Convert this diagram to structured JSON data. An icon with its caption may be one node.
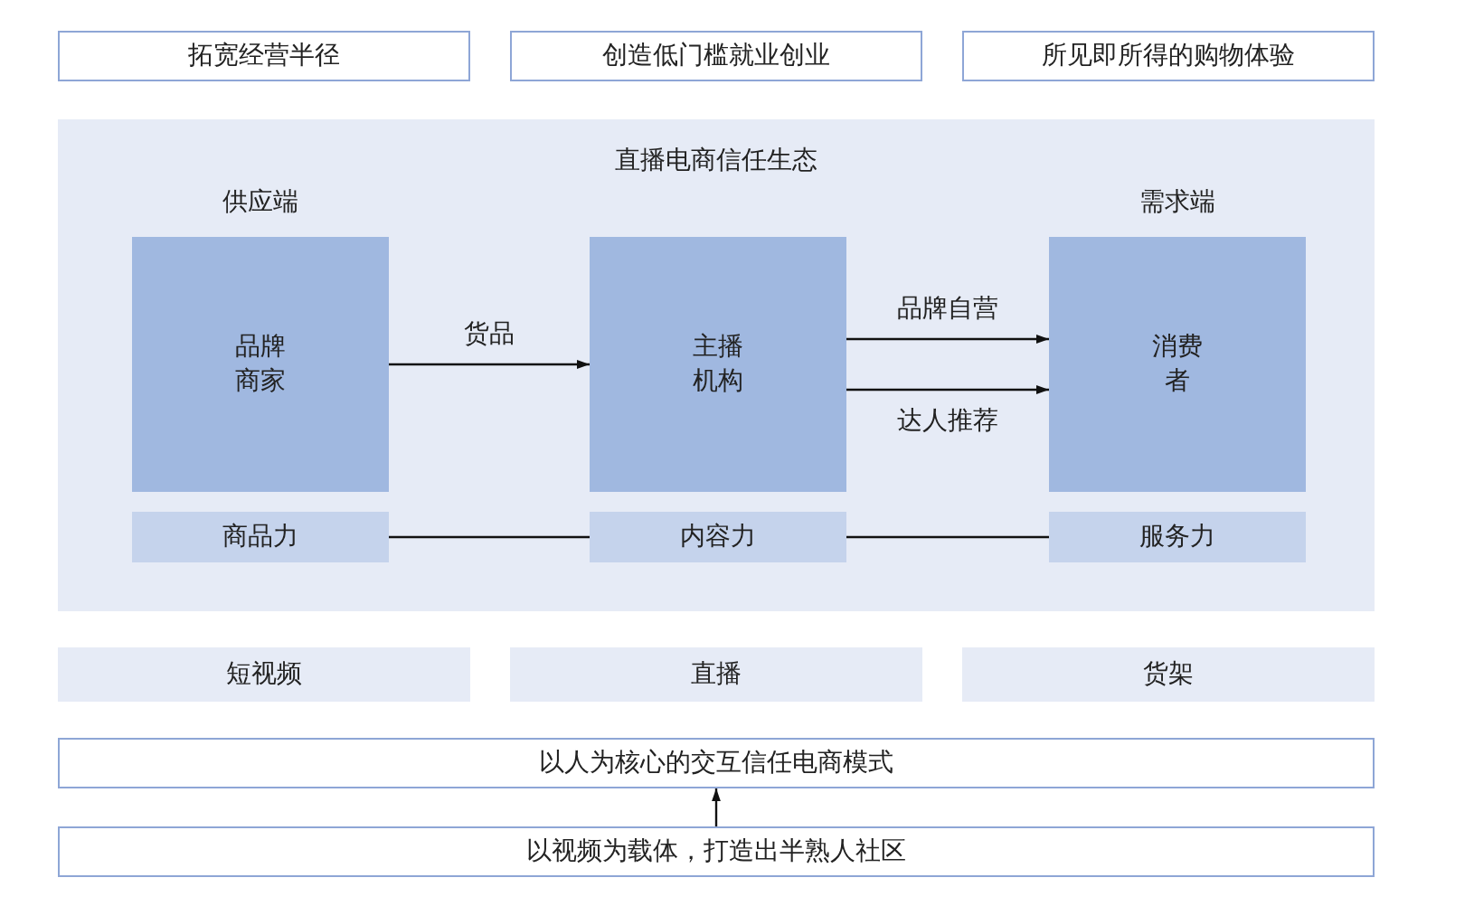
{
  "diagram": {
    "nodes": [
      {
        "text": [
          "拓宽经营半径"
        ]
      },
      {
        "text": [
          "创造低门槛就业创业"
        ]
      },
      {
        "text": [
          "所见即所得的购物体验"
        ]
      },
      {
        "text": [
          "直播电商信任生态"
        ]
      },
      {
        "text": [
          "供应端",
          "品牌商家"
        ],
        "in": 3
      },
      {
        "text": [
          "主播机构"
        ],
        "in": 3
      },
      {
        "text": [
          "需求端",
          "消费者"
        ],
        "in": 3
      },
      {
        "text": [
          "商品力"
        ],
        "in": 3
      },
      {
        "text": [
          "内容力"
        ],
        "in": 3
      },
      {
        "text": [
          "服务力"
        ],
        "in": 3
      },
      {
        "text": [
          "短视频"
        ]
      },
      {
        "text": [
          "直播"
        ]
      },
      {
        "text": [
          "货架"
        ]
      },
      {
        "text": [
          "以人为核心的交互信任电商模式"
        ]
      },
      {
        "text": [
          "以视频为载体，打造出半熟人社区"
        ]
      }
    ],
    "edges": [
      {
        "from": 4,
        "to": 5,
        "arrow": "to",
        "label": "货品"
      },
      {
        "from": 5,
        "to": 6,
        "arrow": "to",
        "label": "品牌自营"
      },
      {
        "from": 5,
        "to": 6,
        "arrow": "to",
        "label": "达人推荐"
      },
      {
        "from": 7,
        "to": 8,
        "arrow": "none"
      },
      {
        "from": 8,
        "to": 9,
        "arrow": "none"
      },
      {
        "from": 14,
        "to": 13,
        "arrow": "to"
      }
    ]
  }
}
